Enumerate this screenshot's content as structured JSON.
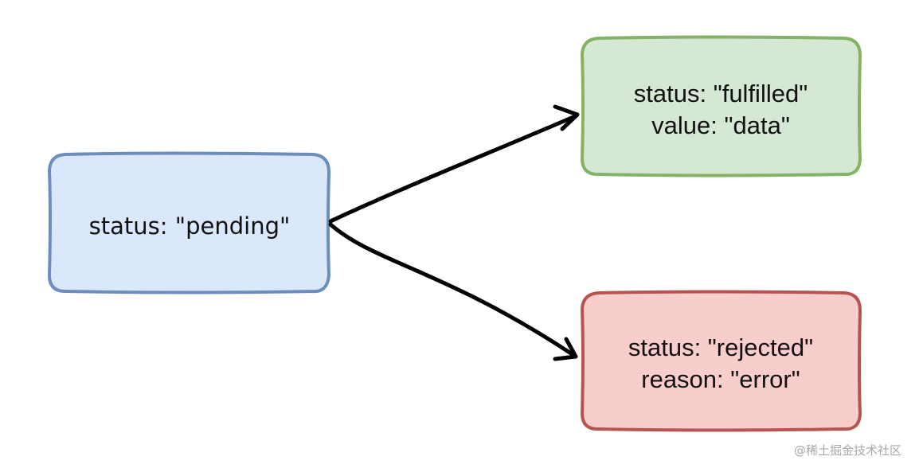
{
  "nodes": {
    "pending": {
      "line1": "status: \"pending\"",
      "fill": "#dbe8fb",
      "stroke": "#6c8ebf"
    },
    "fulfilled": {
      "line1": "status: \"fulfilled\"",
      "line2": "value: \"data\"",
      "fill": "#d5e8d4",
      "stroke": "#82b366"
    },
    "rejected": {
      "line1": "status: \"rejected\"",
      "line2": "reason: \"error\"",
      "fill": "#f8cecc",
      "stroke": "#b85450"
    }
  },
  "edges": [
    {
      "from": "pending",
      "to": "fulfilled"
    },
    {
      "from": "pending",
      "to": "rejected"
    }
  ],
  "watermark": "@稀土掘金技术社区"
}
